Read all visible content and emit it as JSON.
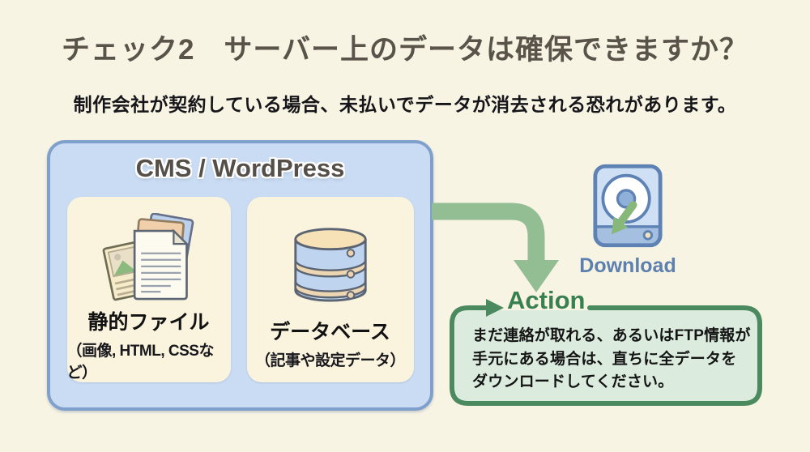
{
  "page": {
    "title": "チェック2　サーバー上のデータは確保できますか？",
    "subtitle": "制作会社が契約している場合、未払いでデータが消去される恐れがあります。"
  },
  "cms_box": {
    "title": "CMS / WordPress",
    "cards": [
      {
        "title": "静的ファイル",
        "subtitle": "（画像, HTML, CSSなど）",
        "icon": "documents-stack-icon"
      },
      {
        "title": "データベース",
        "subtitle": "（記事や設定データ）",
        "icon": "database-icon"
      }
    ]
  },
  "flow": {
    "arrow_icon": "elbow-arrow-down-icon"
  },
  "download": {
    "icon": "hard-drive-download-icon",
    "label": "Download"
  },
  "action_box": {
    "title": "Action",
    "body": "まだ連絡が取れる、あるいはFTP情報が手元にある場合は、直ちに全データをダウンロードしてください。"
  },
  "colors": {
    "background": "#f7f2e2",
    "title_text": "#59534a",
    "cms_box_fill": "#c9dcf3",
    "cms_box_border": "#7fa0cb",
    "card_fill": "#faf4df",
    "arrow_green": "#93bd92",
    "action_border": "#4b8a5f",
    "action_fill": "#dbecde",
    "action_title_text": "#38804f",
    "download_label_text": "#5d80ae"
  }
}
